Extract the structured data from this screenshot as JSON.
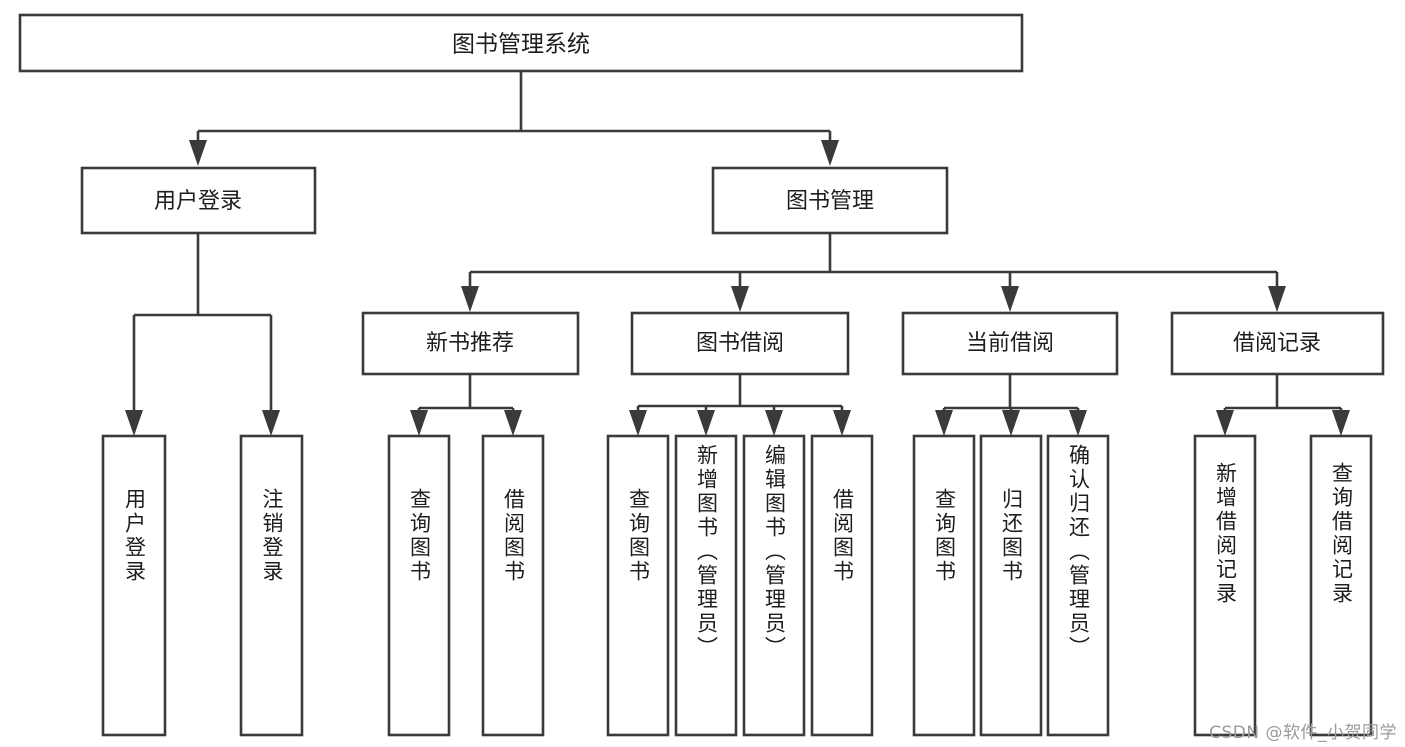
{
  "diagram": {
    "type": "tree",
    "orientation": "top-down",
    "title": "图书管理系统",
    "watermark": "CSDN @软件_小贺同学",
    "colors": {
      "stroke": "#3a3a3a",
      "box_fill": "#ffffff",
      "text": "#1d1d1d",
      "background": "#ffffff",
      "watermark": "#9a9a9a"
    },
    "root": {
      "id": "root",
      "label": "图书管理系统"
    },
    "level2": [
      {
        "id": "user-login",
        "label": "用户登录"
      },
      {
        "id": "book-manage",
        "label": "图书管理"
      }
    ],
    "level3": [
      {
        "id": "new-book-recommend",
        "label": "新书推荐",
        "parent": "book-manage"
      },
      {
        "id": "book-borrow",
        "label": "图书借阅",
        "parent": "book-manage"
      },
      {
        "id": "current-borrow",
        "label": "当前借阅",
        "parent": "book-manage"
      },
      {
        "id": "borrow-record",
        "label": "借阅记录",
        "parent": "book-manage"
      }
    ],
    "leaves": [
      {
        "id": "leaf-user-login",
        "label": "用户登录",
        "parent": "user-login"
      },
      {
        "id": "leaf-user-logout",
        "label": "注销登录",
        "parent": "user-login"
      },
      {
        "id": "leaf-query-book-1",
        "label": "查询图书",
        "parent": "new-book-recommend"
      },
      {
        "id": "leaf-borrow-book-1",
        "label": "借阅图书",
        "parent": "new-book-recommend"
      },
      {
        "id": "leaf-query-book-2",
        "label": "查询图书",
        "parent": "book-borrow"
      },
      {
        "id": "leaf-add-book",
        "label": "新增图书（管理员）",
        "parent": "book-borrow"
      },
      {
        "id": "leaf-edit-book",
        "label": "编辑图书（管理员）",
        "parent": "book-borrow"
      },
      {
        "id": "leaf-borrow-book-2",
        "label": "借阅图书",
        "parent": "book-borrow"
      },
      {
        "id": "leaf-query-book-3",
        "label": "查询图书",
        "parent": "current-borrow"
      },
      {
        "id": "leaf-return-book",
        "label": "归还图书",
        "parent": "current-borrow"
      },
      {
        "id": "leaf-confirm-return",
        "label": "确认归还（管理员）",
        "parent": "current-borrow"
      },
      {
        "id": "leaf-add-record",
        "label": "新增借阅记录",
        "parent": "borrow-record"
      },
      {
        "id": "leaf-query-record",
        "label": "查询借阅记录",
        "parent": "borrow-record"
      }
    ]
  }
}
